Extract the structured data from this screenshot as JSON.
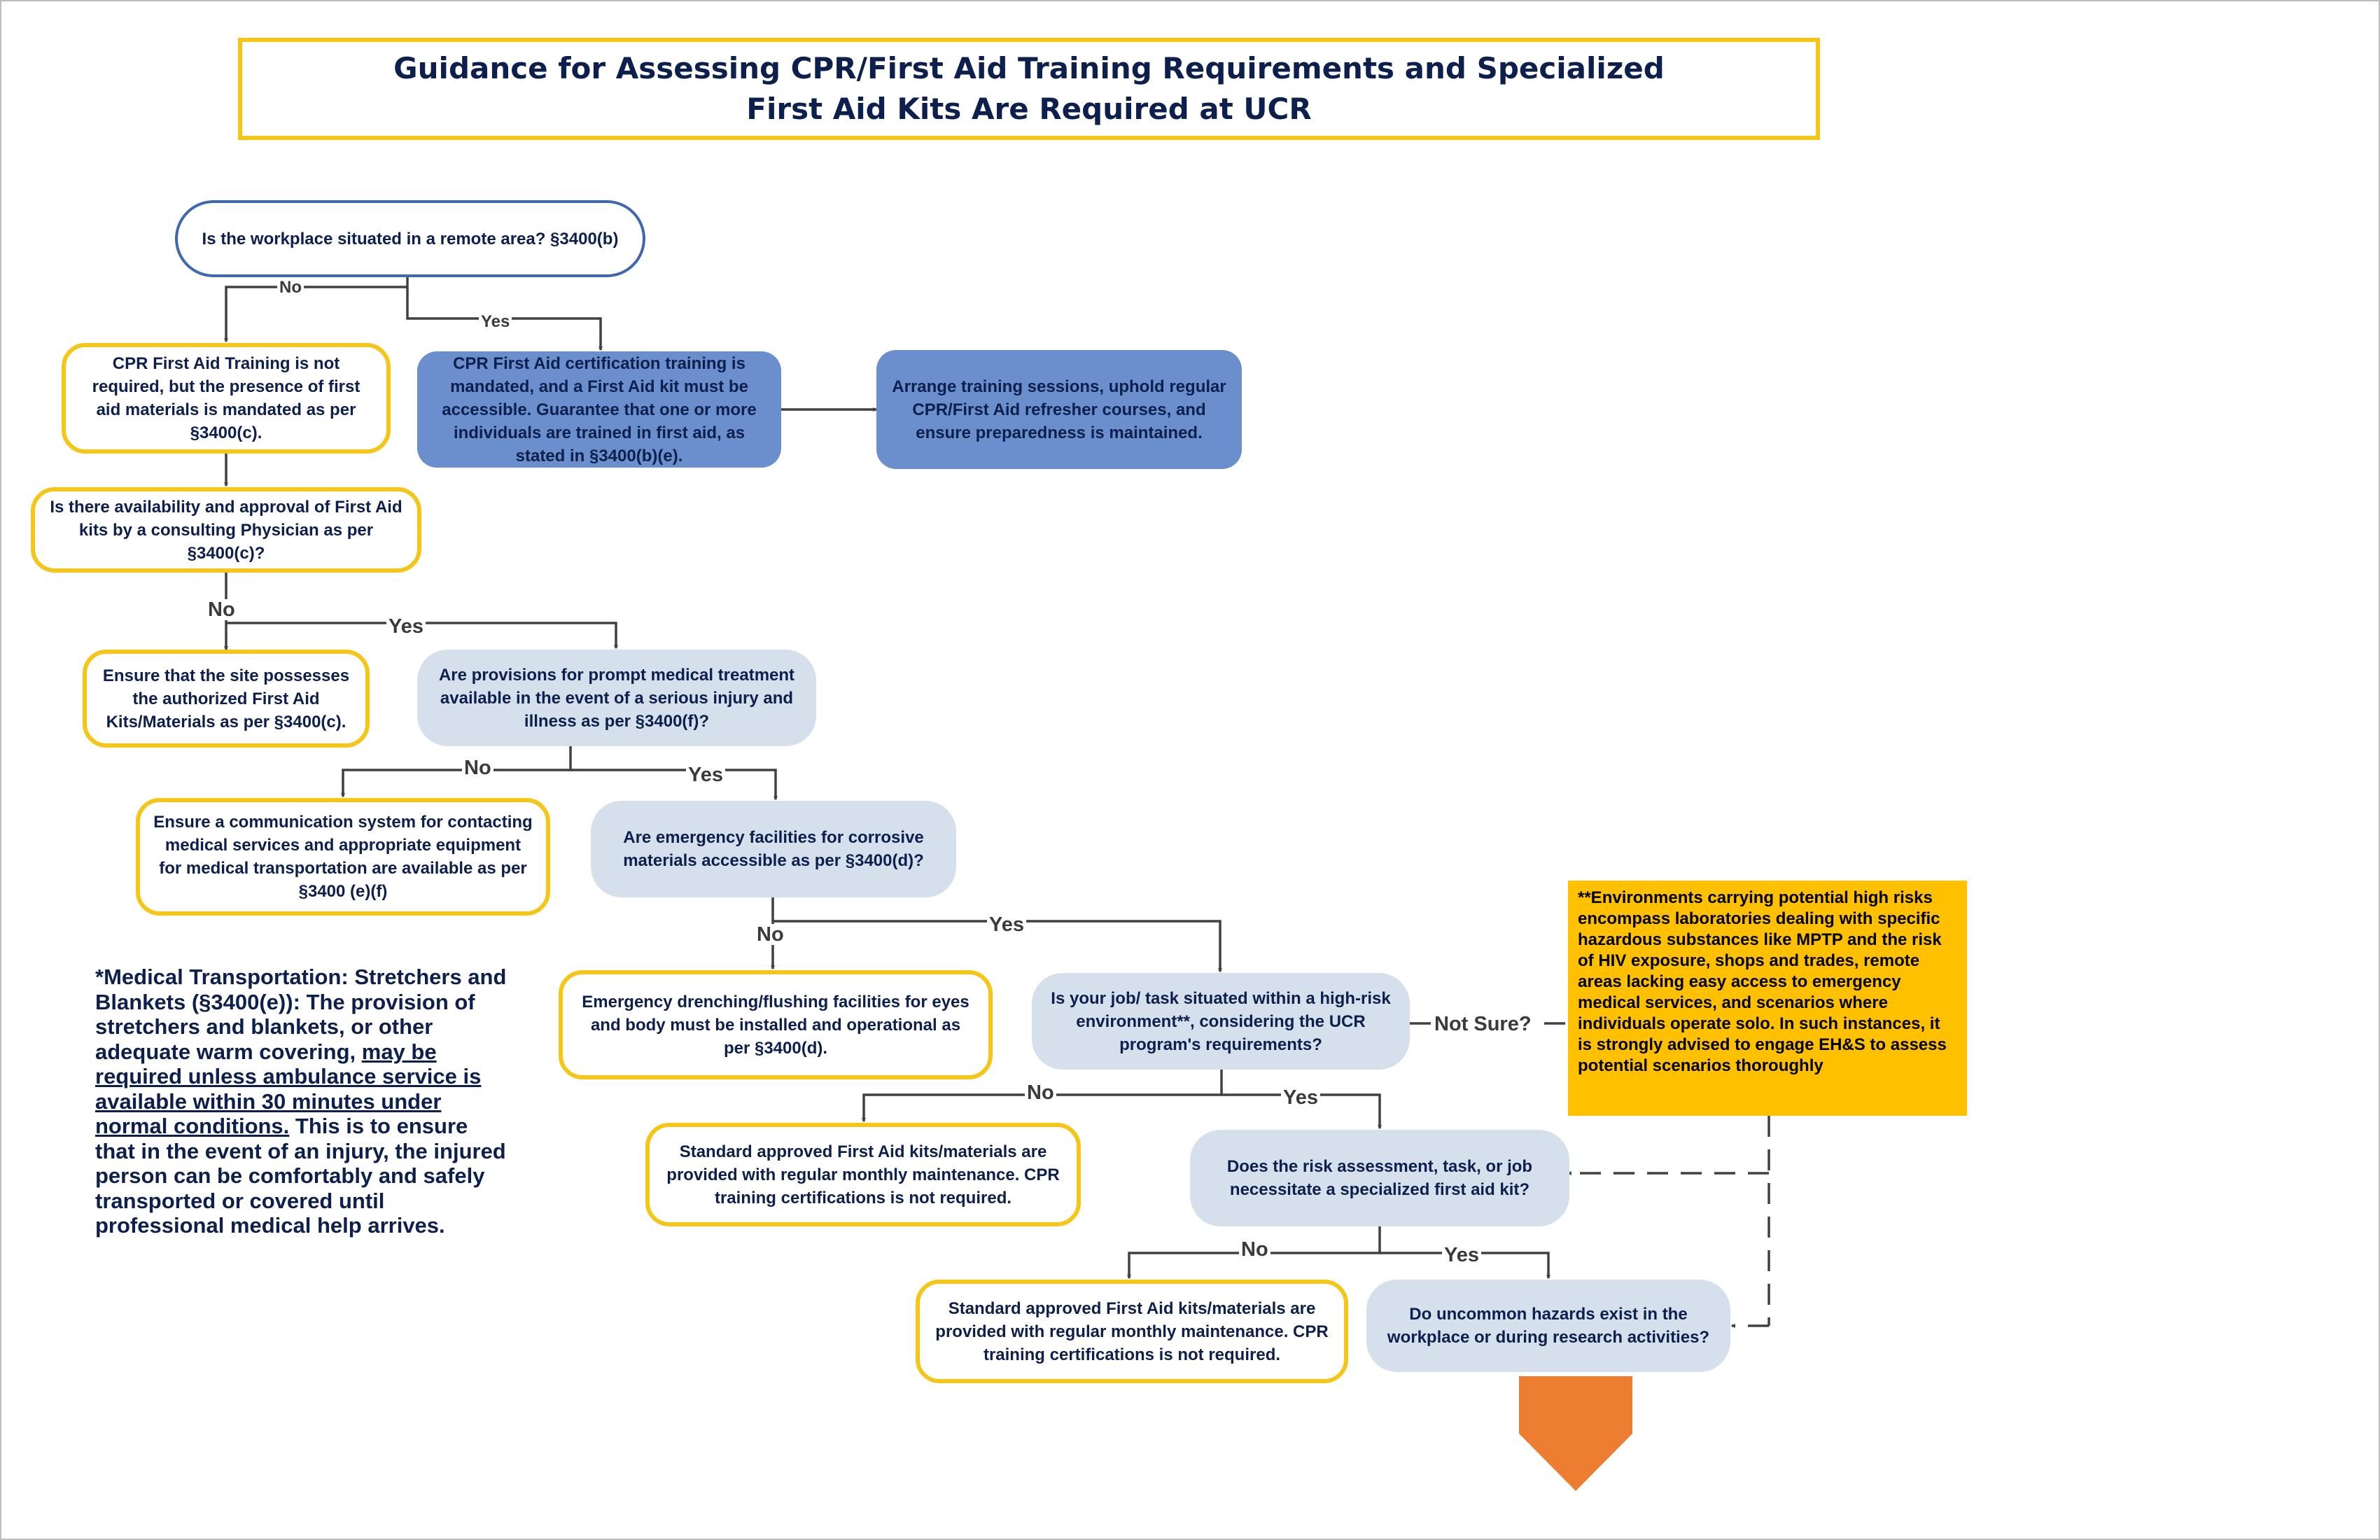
{
  "title": "Guidance for Assessing CPR/First Aid Training Requirements and Specialized\nFirst Aid Kits Are Required at UCR",
  "nodes": {
    "remote_area": "Is the workplace situated in a remote area? §3400(b)",
    "cpr_not_required": "CPR First Aid Training is not required, but the presence of first aid materials is mandated as per §3400(c).",
    "cpr_mandated": "CPR First Aid certification training is mandated, and a First Aid kit must be accessible. Guarantee that one or more individuals are trained in first aid, as stated in §3400(b)(e).",
    "arrange_training": "Arrange training sessions, uphold regular CPR/First Aid refresher courses, and ensure preparedness is maintained.",
    "kits_approved": "Is there availability and approval of First Aid kits by a consulting Physician as per §3400(c)?",
    "ensure_kits": "Ensure that the site possesses the authorized First Aid Kits/Materials as per §3400(c).",
    "prompt_treatment": "Are provisions for prompt medical treatment available in the event of a serious injury and illness as per §3400(f)?",
    "communication_system": "Ensure a communication system for contacting medical services and appropriate equipment for medical transportation are available as per §3400 (e)(f)",
    "corrosive_facilities": "Are emergency facilities for corrosive materials accessible as per §3400(d)?",
    "drenching_facilities": "Emergency drenching/flushing facilities for eyes and body must be installed and operational as per §3400(d).",
    "high_risk": "Is your job/ task situated within a high-risk environment**, considering the UCR program's requirements?",
    "standard_kits_1": "Standard approved First Aid kits/materials are provided with regular monthly maintenance. CPR training certifications is not required.",
    "specialized_kit": "Does the risk assessment, task, or job necessitate a specialized first aid kit?",
    "standard_kits_2": "Standard approved First Aid kits/materials are provided with regular monthly maintenance. CPR training certifications is not required.",
    "uncommon_hazards": "Do uncommon hazards exist in the workplace or during research activities?"
  },
  "note": "**Environments carrying potential high risks encompass laboratories dealing with specific hazardous substances like MPTP and the risk of HIV exposure, shops and trades, remote areas lacking easy access to emergency medical services, and scenarios where individuals operate solo. In such instances, it is strongly advised to engage EH&S to assess potential scenarios thoroughly",
  "side_note": {
    "part1": "*Medical Transportation: Stretchers and Blankets (§3400(e)): The provision of stretchers and blankets, or other adequate warm covering,",
    "underlined": "may be required unless ambulance service is available within 30 minutes under normal conditions.",
    "part2": "This is to ensure that in the event of an injury, the injured person can be comfortably and safely transported or covered until professional medical help arrives."
  },
  "labels": {
    "no": "No",
    "yes": "Yes",
    "not_sure": "Not Sure?"
  },
  "colors": {
    "navy_text": "#0d1f4d",
    "yellow_border": "#f5c518",
    "blue_fill": "#6a8fcc",
    "light_fill": "#d6e0ed",
    "note_fill": "#ffc000",
    "arrow_orange": "#ed7d31"
  }
}
